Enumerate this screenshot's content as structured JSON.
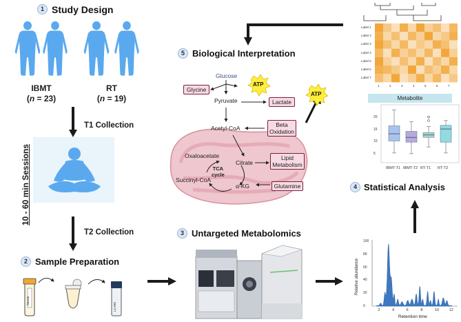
{
  "study_design": {
    "number": "1",
    "title": "Study Design",
    "groups": [
      {
        "name": "IBMT",
        "n_prefix": "(",
        "n_var": "n",
        "n_suffix": " = 23)"
      },
      {
        "name": "RT",
        "n_prefix": "(",
        "n_var": "n",
        "n_suffix": " = 19)"
      }
    ],
    "t1_label": "T1 Collection",
    "t2_label": "T2 Collection",
    "sessions_label": "10 - 60 min Sessions"
  },
  "sample_prep": {
    "number": "2",
    "title": "Sample Preparation",
    "tube_label": "Serum",
    "vial_label": "LC-MS"
  },
  "untargeted": {
    "number": "3",
    "title": "Untargeted Metabolomics"
  },
  "stat_analysis": {
    "number": "4",
    "title": "Statistical Analysis"
  },
  "bio_interp": {
    "number": "5",
    "title": "Biological Interpretation",
    "nodes": {
      "glucose": "Glucose",
      "glycine": "Glycine",
      "atp1": "ATP",
      "atp2": "ATP",
      "pyruvate": "Pyruvate",
      "lactate": "Lactate",
      "acetyl_coa": "Acetyl-CoA",
      "beta_ox": "Beta\nOxidation",
      "oxaloacetate": "Oxaloacetate",
      "citrate": "Citrate",
      "tca_cycle": "TCA\ncycle",
      "succinyl_coa": "Succinyl-CoA",
      "akg": "α-KG",
      "lipid_metabolism": "Lipid\nMetabolism",
      "glutamine": "Glutamine"
    }
  },
  "boxplot": {
    "header": "Metabolite",
    "categories": [
      "IBMT-T1",
      "IBMT-T2",
      "RT-T1",
      "RT-T2"
    ],
    "y_ticks": [
      "20",
      "15",
      "10",
      "5"
    ],
    "colors": [
      "#a9c4ec",
      "#b7a9dc",
      "#a8d8cc",
      "#90dbe0"
    ],
    "stats": [
      {
        "min": 5.5,
        "q1": 10.5,
        "median": 13.5,
        "q3": 16.8,
        "max": 23.5
      },
      {
        "min": 5.2,
        "q1": 10.0,
        "median": 12.0,
        "q3": 14.5,
        "max": 18.5
      },
      {
        "min": 8.0,
        "q1": 12.0,
        "median": 13.0,
        "q3": 14.0,
        "max": 16.5,
        "outliers": [
          19.0,
          20.5
        ]
      },
      {
        "min": 5.5,
        "q1": 10.0,
        "median": 15.5,
        "q3": 17.0,
        "max": 19.0
      }
    ]
  },
  "chromatogram": {
    "ylabel": "Relative abundance",
    "xlabel": "Retention time",
    "x_ticks": [
      "2",
      "4",
      "6",
      "8",
      "10",
      "12"
    ],
    "y_ticks": [
      "100",
      "80",
      "60",
      "40",
      "20",
      "0"
    ]
  },
  "heatmap": {
    "row_labels": [
      "Label 1",
      "Label 2",
      "Label 3",
      "Label 4",
      "Label 5",
      "Label 6",
      "Label 7"
    ],
    "col_ticks": [
      "1",
      "2",
      "3",
      "4",
      "5",
      "6",
      "7"
    ],
    "cells": [
      [
        0.9,
        0.5,
        0.2,
        0.8,
        0.3,
        0.9,
        0.4,
        0.6,
        0.2,
        0.7
      ],
      [
        0.8,
        0.3,
        0.6,
        0.2,
        0.7,
        0.4,
        0.9,
        0.3,
        0.5,
        0.8
      ],
      [
        0.9,
        0.6,
        0.3,
        0.7,
        0.2,
        0.5,
        0.3,
        0.8,
        0.6,
        0.2
      ],
      [
        0.7,
        0.2,
        0.8,
        0.4,
        0.6,
        0.3,
        0.7,
        0.2,
        0.9,
        0.4
      ],
      [
        0.9,
        0.4,
        0.2,
        0.6,
        0.3,
        0.8,
        0.2,
        0.6,
        0.3,
        0.8
      ],
      [
        0.8,
        0.7,
        0.5,
        0.3,
        0.9,
        0.2,
        0.6,
        0.4,
        0.8,
        0.3
      ],
      [
        0.6,
        0.3,
        0.9,
        0.2,
        0.4,
        0.8,
        0.3,
        0.7,
        0.2,
        0.5
      ]
    ]
  },
  "colors": {
    "human": "#5aa9ee",
    "arrow": "#1a1a1a",
    "metab_border": "#7a1f3d",
    "mito": "#e8b4bd",
    "peak": "#3d78c0",
    "heat_high": "#f0a02a"
  }
}
